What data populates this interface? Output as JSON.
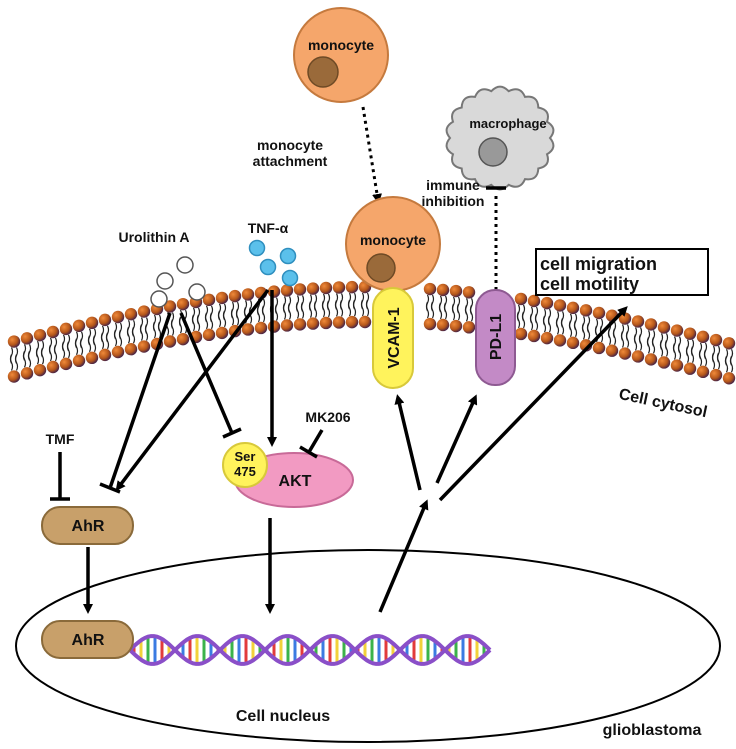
{
  "labels": {
    "monocyte_top": "monocyte",
    "monocyte_attachment_line1": "monocyte",
    "monocyte_attachment_line2": "attachment",
    "macrophage": "macrophage",
    "immune_inhibition_line1": "immune",
    "immune_inhibition_line2": "inhibition",
    "urolithin_a": "Urolithin A",
    "tnf_alpha": "TNF-α",
    "monocyte_bound": "monocyte",
    "cell_migration": "cell migration",
    "cell_motility": "cell motility",
    "vcam1": "VCAM-1",
    "pdl1": "PD-L1",
    "cell_cytosol": "Cell cytosol",
    "tmf": "TMF",
    "mk206": "MK206",
    "ser_line1": "Ser",
    "ser_line2": "475",
    "akt": "AKT",
    "ahr_cytosol": "AhR",
    "ahr_nucleus": "AhR",
    "cell_nucleus": "Cell nucleus",
    "glioblastoma": "glioblastoma"
  },
  "colors": {
    "monocyte_fill": "#f5a66b",
    "monocyte_nucleus": "#9a6a3a",
    "macrophage_fill": "#d9d9d9",
    "tnf_particle": "#5bc0eb",
    "lipid_head": "#c8661b",
    "lipid_head_dark": "#4a2a5a",
    "vcam_fill": "#fff35c",
    "pdl1_fill": "#c38ac6",
    "akt_fill": "#f29ac2",
    "ser_fill": "#fff35c",
    "ahr_fill": "#c8a06a",
    "dna_backbone": "#8a4fc8"
  },
  "icons": {
    "urolithin": "open-circle-molecules",
    "tnf": "blue-circle-molecules"
  }
}
